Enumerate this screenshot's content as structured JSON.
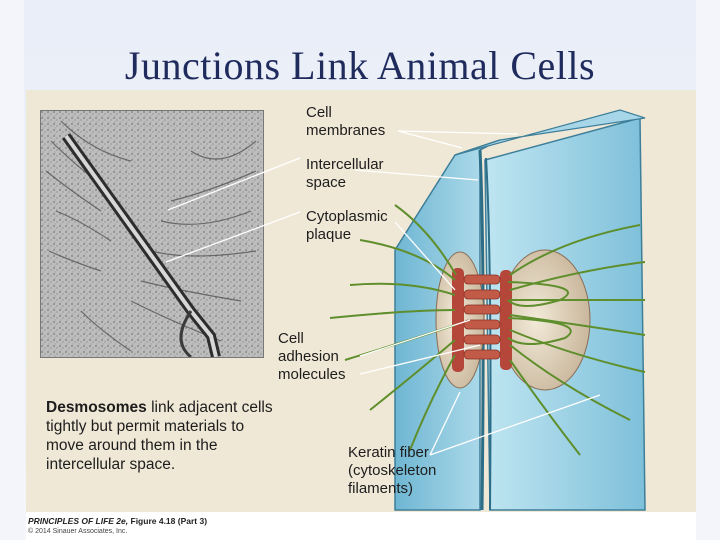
{
  "slide": {
    "title": "Junctions Link Animal Cells"
  },
  "labels": {
    "cell_membranes": "Cell\nmembranes",
    "intercellular_space": "Intercellular\nspace",
    "cytoplasmic_plaque": "Cytoplasmic\nplaque",
    "cell_adhesion_molecules": "Cell\nadhesion\nmolecules",
    "keratin_fiber": "Keratin fiber\n(cytoskeleton\nfilaments)"
  },
  "caption": {
    "term": "Desmosomes",
    "text": " link adjacent cells tightly but permit materials to move around them in the intercellular space."
  },
  "credit": {
    "book_title": "PRINCIPLES OF LIFE 2e,",
    "figure": " Figure 4.18 (Part 3)",
    "copyright": "© 2014 Sinauer Associates, Inc."
  },
  "colors": {
    "title": "#1f2b5c",
    "figure_background": "#efe8d6",
    "cell_blue": "#86c3db",
    "plaque_red": "#b5473a",
    "keratin_green": "#5f8e2c"
  }
}
